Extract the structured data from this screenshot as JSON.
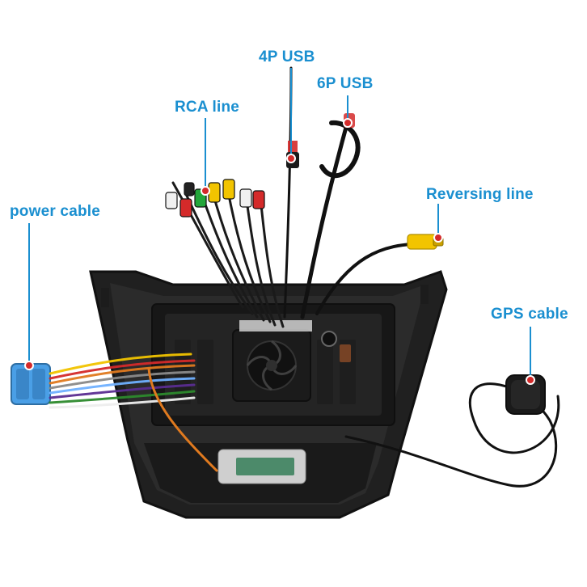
{
  "labels": {
    "usb4p": "4P USB",
    "usb6p": "6P USB",
    "rca": "RCA line",
    "power": "power cable",
    "reversing": "Reversing line",
    "gps": "GPS cable"
  },
  "colors": {
    "accent": "#1a8fd0",
    "panel": "#2a2a2a",
    "frame": "#1b1b1b",
    "connector_blue": "#4a9fe6",
    "rca_red": "#d42a2a",
    "rca_green": "#23a63a",
    "rca_yellow": "#f2c400",
    "rca_white": "#f0f0f0",
    "rca_black": "#222222"
  }
}
